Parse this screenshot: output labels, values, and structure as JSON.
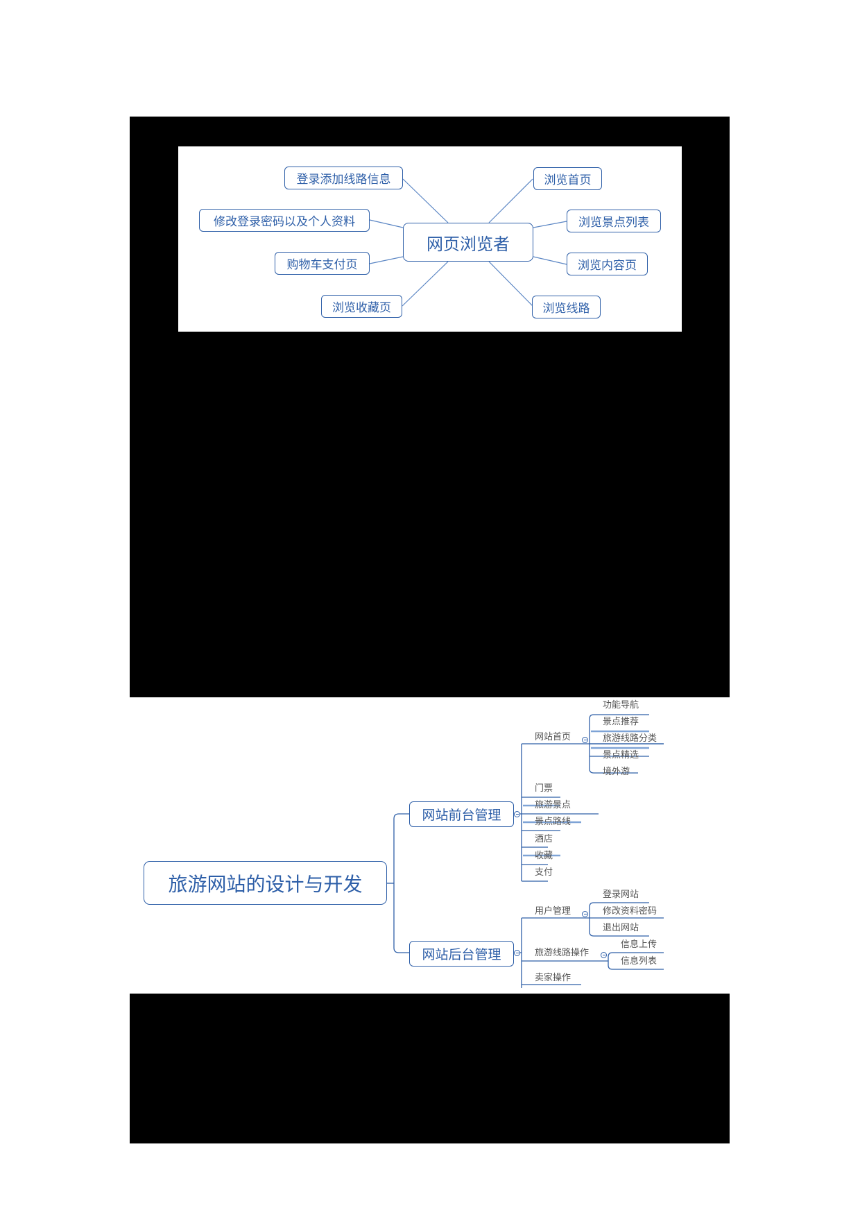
{
  "diagram1": {
    "center": "网页浏览者",
    "left_nodes": [
      "登录添加线路信息",
      "修改登录密码以及个人资料",
      "购物车支付页",
      "浏览收藏页"
    ],
    "right_nodes": [
      "浏览首页",
      "浏览景点列表",
      "浏览内容页",
      "浏览线路"
    ]
  },
  "diagram2": {
    "root": "旅游网站的设计与开发",
    "branches": [
      {
        "label": "网站前台管理",
        "children": [
          {
            "label": "网站首页",
            "children": [
              "功能导航",
              "景点推荐",
              "旅游线路分类",
              "景点精选",
              "境外游"
            ]
          },
          {
            "label": "门票"
          },
          {
            "label": "旅游景点"
          },
          {
            "label": "景点路线"
          },
          {
            "label": "酒店"
          },
          {
            "label": "收藏"
          },
          {
            "label": "支付"
          }
        ]
      },
      {
        "label": "网站后台管理",
        "children": [
          {
            "label": "用户管理",
            "children": [
              "登录网站",
              "修改资料密码",
              "退出网站"
            ]
          },
          {
            "label": "旅游线路操作",
            "children": [
              "信息上传",
              "信息列表"
            ]
          },
          {
            "label": "卖家操作"
          }
        ]
      }
    ]
  },
  "colors": {
    "line": "#2e5fa8",
    "line_light": "#7ea3d6",
    "text_node": "#2e5fa8",
    "text_leaf": "#555555",
    "redaction": "#000000"
  }
}
